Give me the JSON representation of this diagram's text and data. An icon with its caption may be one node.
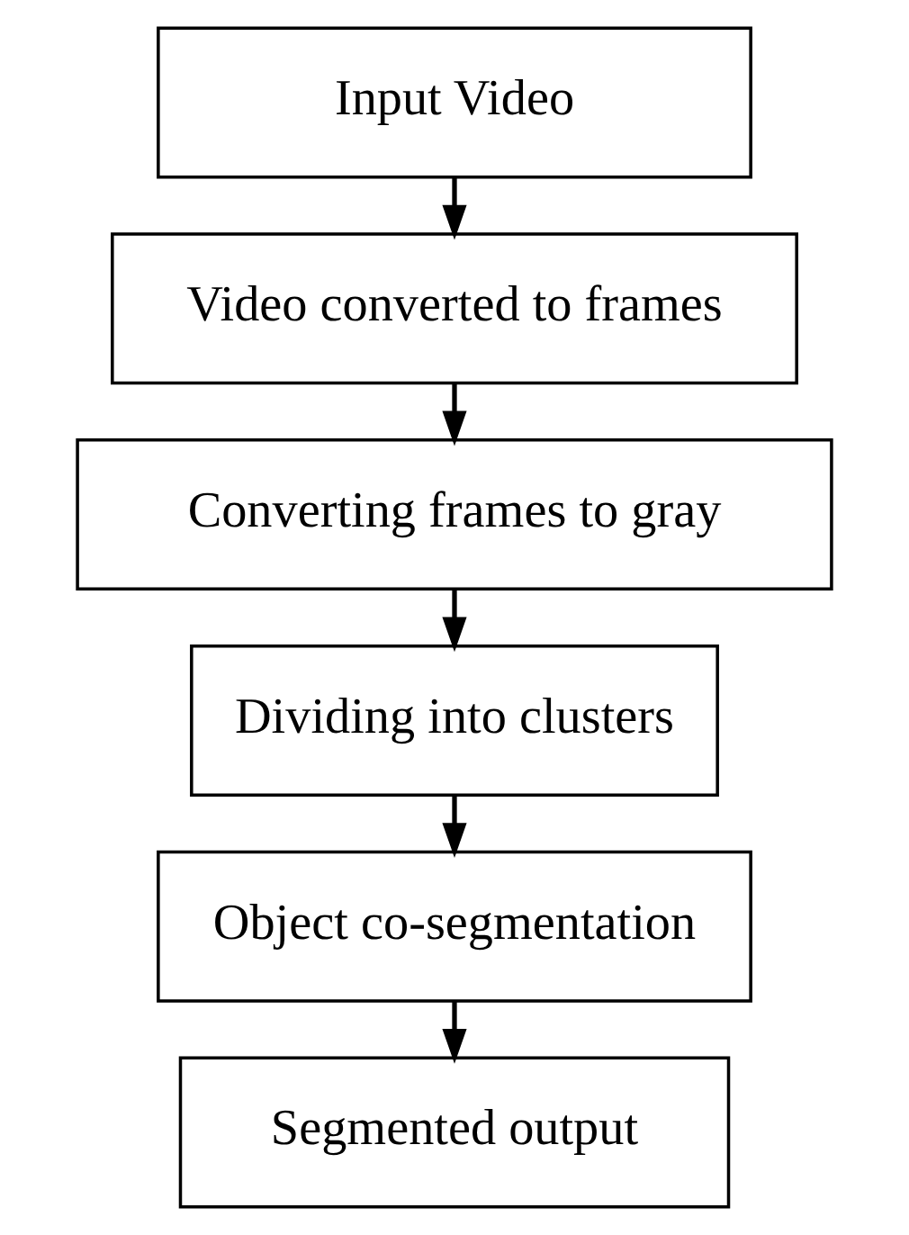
{
  "diagram": {
    "nodes": [
      {
        "text": [
          "Input Video"
        ]
      },
      {
        "text": [
          "Video converted to frames"
        ]
      },
      {
        "text": [
          "Converting frames to gray"
        ]
      },
      {
        "text": [
          "Dividing into clusters"
        ]
      },
      {
        "text": [
          "Object co-segmentation"
        ]
      },
      {
        "text": [
          "Segmented output"
        ]
      }
    ],
    "edges": [
      {
        "from": 0,
        "to": 1,
        "arrow": "to"
      },
      {
        "from": 1,
        "to": 2,
        "arrow": "to"
      },
      {
        "from": 2,
        "to": 3,
        "arrow": "to"
      },
      {
        "from": 3,
        "to": 4,
        "arrow": "to"
      },
      {
        "from": 4,
        "to": 5,
        "arrow": "to"
      }
    ]
  }
}
